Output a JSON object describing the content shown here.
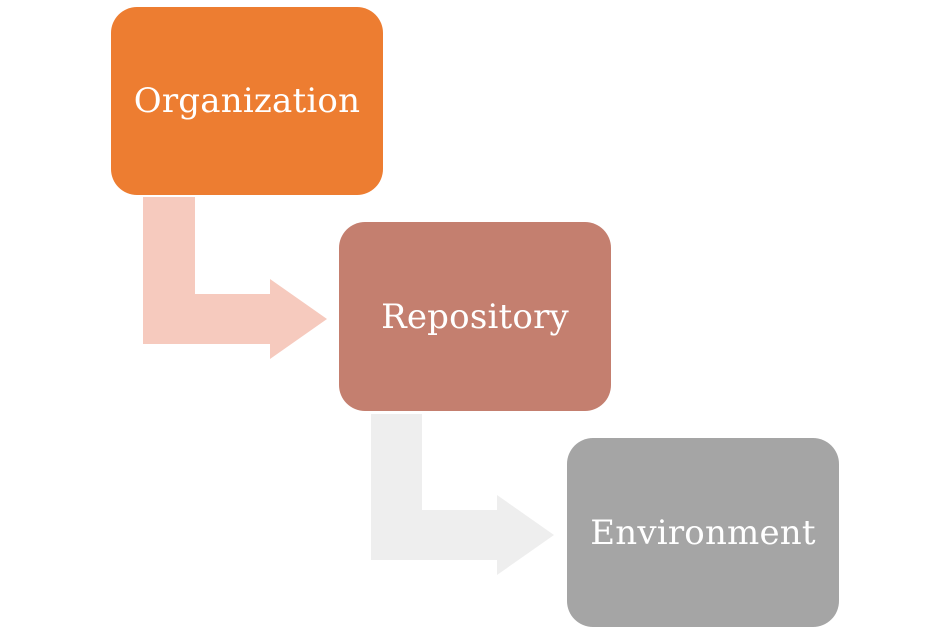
{
  "diagram": {
    "nodes": [
      {
        "label": "Organization",
        "color": "#ED7D31"
      },
      {
        "label": "Repository",
        "color": "#C47F6F"
      },
      {
        "label": "Environment",
        "color": "#A5A5A5"
      }
    ],
    "connectors": [
      {
        "from": "Organization",
        "to": "Repository",
        "color": "#F6CABE"
      },
      {
        "from": "Repository",
        "to": "Environment",
        "color": "#EEEEEE"
      }
    ]
  }
}
